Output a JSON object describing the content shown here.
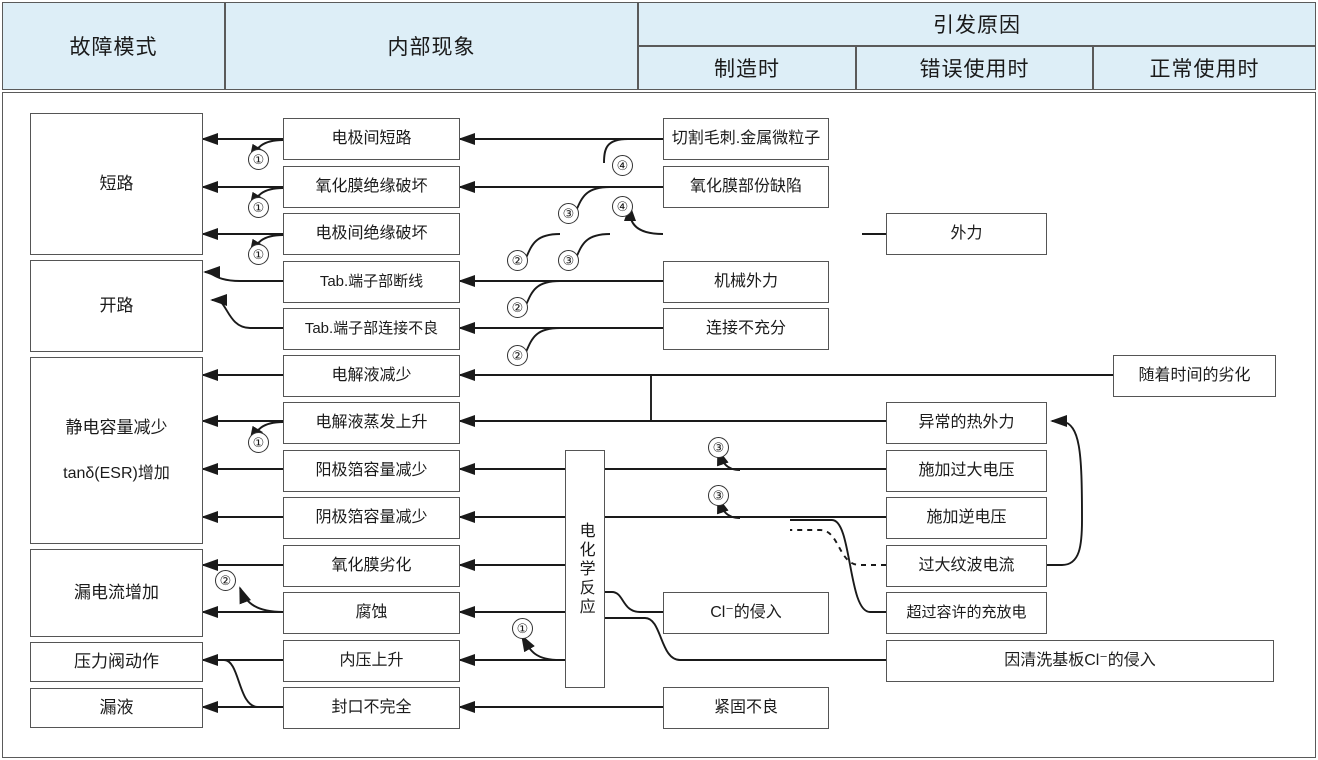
{
  "header": {
    "fault_mode": "故障模式",
    "internal_phenomena": "内部现象",
    "cause_group": "引发原因",
    "cause_cols": [
      "制造时",
      "错误使用时",
      "正常使用时"
    ]
  },
  "fault_modes": [
    {
      "label": "短路"
    },
    {
      "label": "开路"
    },
    {
      "label": "静电容量减少",
      "label2": "tanδ(ESR)增加"
    },
    {
      "label": "漏电流增加"
    },
    {
      "label": "压力阀动作"
    },
    {
      "label": "漏液"
    }
  ],
  "internal_phenomena": [
    "电极间短路",
    "氧化膜绝缘破坏",
    "电极间绝缘破坏",
    "Tab.端子部断线",
    "Tab.端子部连接不良",
    "电解液减少",
    "电解液蒸发上升",
    "阳极箔容量减少",
    "阴极箔容量减少",
    "氧化膜劣化",
    "腐蚀",
    "内压上升",
    "封口不完全"
  ],
  "electrochemical": "电化学反应",
  "causes_manufacture": [
    "切割毛刺.金属微粒子",
    "氧化膜部份缺陷",
    "机械外力",
    "连接不充分",
    "Cl⁻的侵入",
    "紧固不良"
  ],
  "causes_misuse": [
    "外力",
    "异常的热外力",
    "施加过大电压",
    "施加逆电压",
    "过大纹波电流",
    "超过容许的充放电",
    "因清洗基板Cl⁻的侵入"
  ],
  "causes_normal": [
    "随着时间的劣化"
  ],
  "circle_markers": [
    {
      "n": "①"
    },
    {
      "n": "①"
    },
    {
      "n": "①"
    },
    {
      "n": "①"
    },
    {
      "n": "①"
    },
    {
      "n": "②"
    },
    {
      "n": "②"
    },
    {
      "n": "②"
    },
    {
      "n": "②"
    },
    {
      "n": "③"
    },
    {
      "n": "③"
    },
    {
      "n": "③"
    },
    {
      "n": "③"
    },
    {
      "n": "④"
    },
    {
      "n": "④"
    }
  ],
  "colors": {
    "header_fill": "#ddeef7",
    "border": "#555555",
    "line": "#1a1a1a"
  }
}
